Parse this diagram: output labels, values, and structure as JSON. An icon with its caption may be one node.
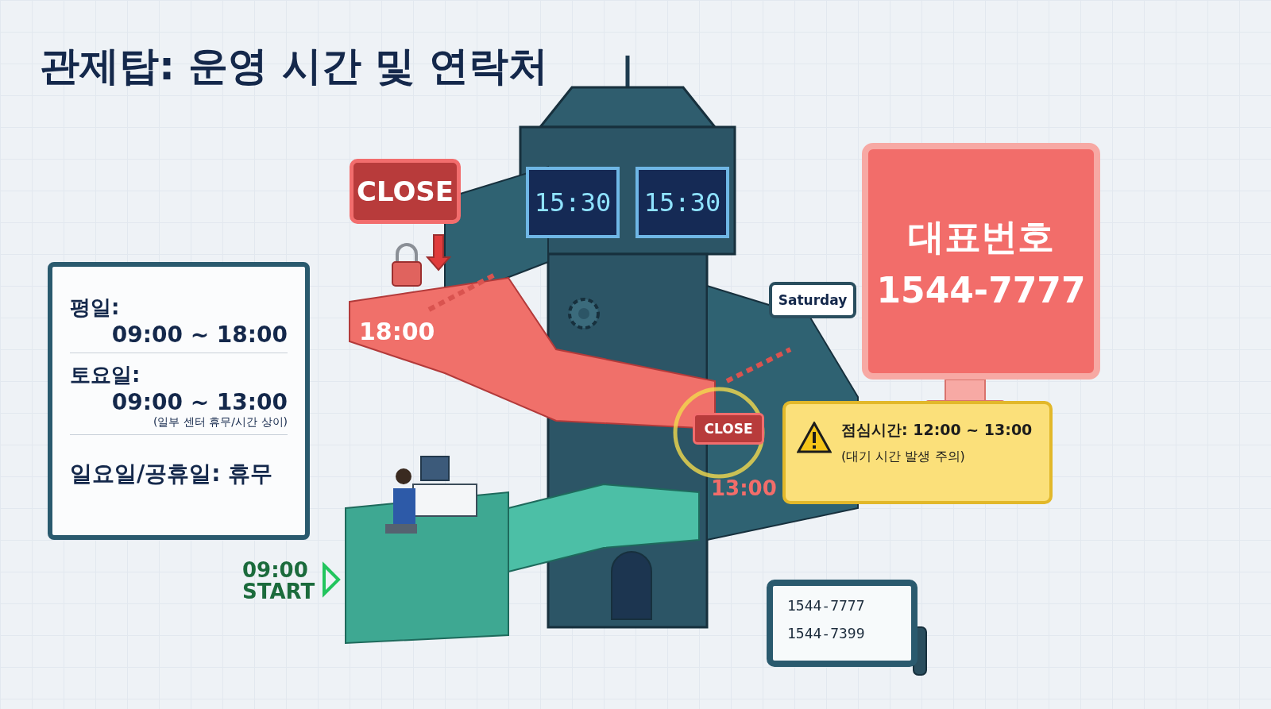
{
  "diagram": {
    "title": "관제탑: 운영 시간 및 연락처",
    "nodes": [
      {
        "text": [
          "평일:",
          "09:00 ~ 18:00",
          "토요일:",
          "09:00 ~ 13:00",
          "(일부 센터 휴무/시간 상이)",
          "일요일/공휴일: 휴무"
        ]
      },
      {
        "text": [
          "CLOSE"
        ]
      },
      {
        "text": [
          "15:30"
        ]
      },
      {
        "text": [
          "15:30"
        ]
      },
      {
        "text": [
          "Saturday"
        ]
      },
      {
        "text": [
          "대표번호",
          "1544-7777"
        ]
      },
      {
        "text": [
          "CLOSE"
        ]
      },
      {
        "text": [
          "점심시간: 12:00 ~ 13:00",
          "(대기 시간 발생 주의)"
        ]
      },
      {
        "text": [
          "1544-7777",
          "1544-7399"
        ]
      }
    ],
    "labels": [
      "18:00",
      "13:00",
      "09:00 START"
    ]
  }
}
